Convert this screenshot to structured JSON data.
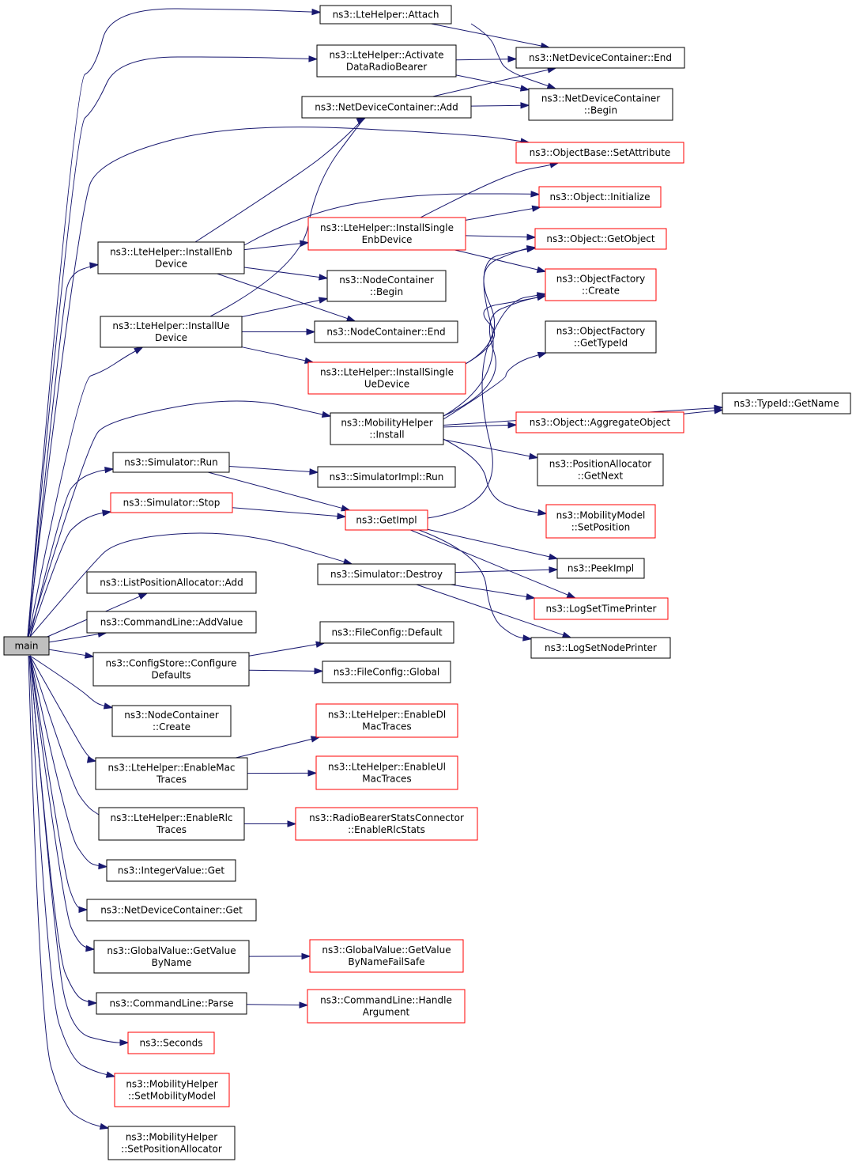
{
  "diagram": {
    "type": "call-graph",
    "colors": {
      "edge": "#191970",
      "root_fill": "#bfbfbf",
      "border_default": "#000000",
      "border_truncated": "#ff0000",
      "node_fill": "#ffffff"
    },
    "nodes": [
      {
        "id": "main",
        "lines": [
          "main"
        ],
        "style": "root"
      },
      {
        "id": "attach",
        "lines": [
          "ns3::LteHelper::Attach"
        ],
        "style": "normal"
      },
      {
        "id": "activate",
        "lines": [
          "ns3::LteHelper::Activate",
          "DataRadioBearer"
        ],
        "style": "normal"
      },
      {
        "id": "ndc_add",
        "lines": [
          "ns3::NetDeviceContainer::Add"
        ],
        "style": "normal"
      },
      {
        "id": "ndc_end",
        "lines": [
          "ns3::NetDeviceContainer::End"
        ],
        "style": "normal"
      },
      {
        "id": "ndc_begin",
        "lines": [
          "ns3::NetDeviceContainer",
          "::Begin"
        ],
        "style": "normal"
      },
      {
        "id": "setattr",
        "lines": [
          "ns3::ObjectBase::SetAttribute"
        ],
        "style": "truncated"
      },
      {
        "id": "obj_init",
        "lines": [
          "ns3::Object::Initialize"
        ],
        "style": "truncated"
      },
      {
        "id": "install_single_enb",
        "lines": [
          "ns3::LteHelper::InstallSingle",
          "EnbDevice"
        ],
        "style": "truncated"
      },
      {
        "id": "getobject",
        "lines": [
          "ns3::Object::GetObject"
        ],
        "style": "truncated"
      },
      {
        "id": "install_enb",
        "lines": [
          "ns3::LteHelper::InstallEnb",
          "Device"
        ],
        "style": "normal"
      },
      {
        "id": "nc_begin",
        "lines": [
          "ns3::NodeContainer",
          "::Begin"
        ],
        "style": "normal"
      },
      {
        "id": "of_create",
        "lines": [
          "ns3::ObjectFactory",
          "::Create"
        ],
        "style": "truncated"
      },
      {
        "id": "install_ue",
        "lines": [
          "ns3::LteHelper::InstallUe",
          "Device"
        ],
        "style": "normal"
      },
      {
        "id": "nc_end",
        "lines": [
          "ns3::NodeContainer::End"
        ],
        "style": "normal"
      },
      {
        "id": "of_gettypeid",
        "lines": [
          "ns3::ObjectFactory",
          "::GetTypeId"
        ],
        "style": "normal"
      },
      {
        "id": "install_single_ue",
        "lines": [
          "ns3::LteHelper::InstallSingle",
          "UeDevice"
        ],
        "style": "truncated"
      },
      {
        "id": "mob_install",
        "lines": [
          "ns3::MobilityHelper",
          "::Install"
        ],
        "style": "normal"
      },
      {
        "id": "typeid_getname",
        "lines": [
          "ns3::TypeId::GetName"
        ],
        "style": "normal"
      },
      {
        "id": "aggregate",
        "lines": [
          "ns3::Object::AggregateObject"
        ],
        "style": "truncated"
      },
      {
        "id": "sim_run",
        "lines": [
          "ns3::Simulator::Run"
        ],
        "style": "normal"
      },
      {
        "id": "pos_getnext",
        "lines": [
          "ns3::PositionAllocator",
          "::GetNext"
        ],
        "style": "normal"
      },
      {
        "id": "simimpl_run",
        "lines": [
          "ns3::SimulatorImpl::Run"
        ],
        "style": "normal"
      },
      {
        "id": "sim_stop",
        "lines": [
          "ns3::Simulator::Stop"
        ],
        "style": "truncated"
      },
      {
        "id": "getimpl",
        "lines": [
          "ns3::GetImpl"
        ],
        "style": "truncated"
      },
      {
        "id": "mm_setpos",
        "lines": [
          "ns3::MobilityModel",
          "::SetPosition"
        ],
        "style": "truncated"
      },
      {
        "id": "sim_destroy",
        "lines": [
          "ns3::Simulator::Destroy"
        ],
        "style": "normal"
      },
      {
        "id": "peekimpl",
        "lines": [
          "ns3::PeekImpl"
        ],
        "style": "normal"
      },
      {
        "id": "lpa_add",
        "lines": [
          "ns3::ListPositionAllocator::Add"
        ],
        "style": "normal"
      },
      {
        "id": "logtime",
        "lines": [
          "ns3::LogSetTimePrinter"
        ],
        "style": "truncated"
      },
      {
        "id": "cl_addvalue",
        "lines": [
          "ns3::CommandLine::AddValue"
        ],
        "style": "normal"
      },
      {
        "id": "fc_default",
        "lines": [
          "ns3::FileConfig::Default"
        ],
        "style": "normal"
      },
      {
        "id": "lognode",
        "lines": [
          "ns3::LogSetNodePrinter"
        ],
        "style": "normal"
      },
      {
        "id": "cs_configure",
        "lines": [
          "ns3::ConfigStore::Configure",
          "Defaults"
        ],
        "style": "normal"
      },
      {
        "id": "fc_global",
        "lines": [
          "ns3::FileConfig::Global"
        ],
        "style": "normal"
      },
      {
        "id": "nc_create",
        "lines": [
          "ns3::NodeContainer",
          "::Create"
        ],
        "style": "normal"
      },
      {
        "id": "enable_dl",
        "lines": [
          "ns3::LteHelper::EnableDl",
          "MacTraces"
        ],
        "style": "truncated"
      },
      {
        "id": "enable_mac",
        "lines": [
          "ns3::LteHelper::EnableMac",
          "Traces"
        ],
        "style": "normal"
      },
      {
        "id": "enable_ul",
        "lines": [
          "ns3::LteHelper::EnableUl",
          "MacTraces"
        ],
        "style": "truncated"
      },
      {
        "id": "enable_rlc",
        "lines": [
          "ns3::LteHelper::EnableRlc",
          "Traces"
        ],
        "style": "normal"
      },
      {
        "id": "rbsc",
        "lines": [
          "ns3::RadioBearerStatsConnector",
          "::EnableRlcStats"
        ],
        "style": "truncated"
      },
      {
        "id": "iv_get",
        "lines": [
          "ns3::IntegerValue::Get"
        ],
        "style": "normal"
      },
      {
        "id": "ndc_get",
        "lines": [
          "ns3::NetDeviceContainer::Get"
        ],
        "style": "normal"
      },
      {
        "id": "gv_getvalue",
        "lines": [
          "ns3::GlobalValue::GetValue",
          "ByName"
        ],
        "style": "normal"
      },
      {
        "id": "gv_failsafe",
        "lines": [
          "ns3::GlobalValue::GetValue",
          "ByNameFailSafe"
        ],
        "style": "truncated"
      },
      {
        "id": "cl_parse",
        "lines": [
          "ns3::CommandLine::Parse"
        ],
        "style": "normal"
      },
      {
        "id": "cl_handle",
        "lines": [
          "ns3::CommandLine::Handle",
          "Argument"
        ],
        "style": "truncated"
      },
      {
        "id": "seconds",
        "lines": [
          "ns3::Seconds"
        ],
        "style": "truncated"
      },
      {
        "id": "mh_setmobility",
        "lines": [
          "ns3::MobilityHelper",
          "::SetMobilityModel"
        ],
        "style": "truncated"
      },
      {
        "id": "mh_setposalloc",
        "lines": [
          "ns3::MobilityHelper",
          "::SetPositionAllocator"
        ],
        "style": "normal"
      }
    ],
    "edges": [
      {
        "from": "main",
        "to": "attach"
      },
      {
        "from": "main",
        "to": "activate"
      },
      {
        "from": "main",
        "to": "setattr"
      },
      {
        "from": "main",
        "to": "install_enb"
      },
      {
        "from": "main",
        "to": "install_ue"
      },
      {
        "from": "main",
        "to": "mob_install"
      },
      {
        "from": "main",
        "to": "sim_run"
      },
      {
        "from": "main",
        "to": "sim_stop"
      },
      {
        "from": "main",
        "to": "sim_destroy"
      },
      {
        "from": "main",
        "to": "lpa_add"
      },
      {
        "from": "main",
        "to": "cl_addvalue"
      },
      {
        "from": "main",
        "to": "cs_configure"
      },
      {
        "from": "main",
        "to": "nc_create"
      },
      {
        "from": "main",
        "to": "enable_mac"
      },
      {
        "from": "main",
        "to": "enable_rlc"
      },
      {
        "from": "main",
        "to": "iv_get"
      },
      {
        "from": "main",
        "to": "ndc_get"
      },
      {
        "from": "main",
        "to": "gv_getvalue"
      },
      {
        "from": "main",
        "to": "cl_parse"
      },
      {
        "from": "main",
        "to": "seconds"
      },
      {
        "from": "main",
        "to": "mh_setmobility"
      },
      {
        "from": "main",
        "to": "mh_setposalloc"
      },
      {
        "from": "attach",
        "to": "ndc_end"
      },
      {
        "from": "attach",
        "to": "ndc_begin"
      },
      {
        "from": "activate",
        "to": "ndc_end"
      },
      {
        "from": "activate",
        "to": "ndc_begin"
      },
      {
        "from": "ndc_add",
        "to": "ndc_end"
      },
      {
        "from": "ndc_add",
        "to": "ndc_begin"
      },
      {
        "from": "install_enb",
        "to": "ndc_add"
      },
      {
        "from": "install_enb",
        "to": "obj_init"
      },
      {
        "from": "install_enb",
        "to": "install_single_enb"
      },
      {
        "from": "install_enb",
        "to": "nc_begin"
      },
      {
        "from": "install_enb",
        "to": "nc_end"
      },
      {
        "from": "install_single_enb",
        "to": "setattr"
      },
      {
        "from": "install_single_enb",
        "to": "obj_init"
      },
      {
        "from": "install_single_enb",
        "to": "getobject"
      },
      {
        "from": "install_single_enb",
        "to": "of_create"
      },
      {
        "from": "install_ue",
        "to": "ndc_add"
      },
      {
        "from": "install_ue",
        "to": "nc_begin"
      },
      {
        "from": "install_ue",
        "to": "nc_end"
      },
      {
        "from": "install_ue",
        "to": "install_single_ue"
      },
      {
        "from": "install_single_ue",
        "to": "getobject"
      },
      {
        "from": "install_single_ue",
        "to": "of_create"
      },
      {
        "from": "mob_install",
        "to": "getobject"
      },
      {
        "from": "mob_install",
        "to": "of_create"
      },
      {
        "from": "mob_install",
        "to": "of_gettypeid"
      },
      {
        "from": "mob_install",
        "to": "typeid_getname"
      },
      {
        "from": "mob_install",
        "to": "aggregate"
      },
      {
        "from": "mob_install",
        "to": "pos_getnext"
      },
      {
        "from": "mob_install",
        "to": "mm_setpos"
      },
      {
        "from": "aggregate",
        "to": "typeid_getname"
      },
      {
        "from": "sim_run",
        "to": "simimpl_run"
      },
      {
        "from": "sim_run",
        "to": "getimpl"
      },
      {
        "from": "sim_stop",
        "to": "getimpl"
      },
      {
        "from": "getimpl",
        "to": "of_create"
      },
      {
        "from": "getimpl",
        "to": "peekimpl"
      },
      {
        "from": "getimpl",
        "to": "logtime"
      },
      {
        "from": "getimpl",
        "to": "lognode"
      },
      {
        "from": "sim_destroy",
        "to": "peekimpl"
      },
      {
        "from": "sim_destroy",
        "to": "logtime"
      },
      {
        "from": "sim_destroy",
        "to": "lognode"
      },
      {
        "from": "cs_configure",
        "to": "fc_default"
      },
      {
        "from": "cs_configure",
        "to": "fc_global"
      },
      {
        "from": "enable_mac",
        "to": "enable_dl"
      },
      {
        "from": "enable_mac",
        "to": "enable_ul"
      },
      {
        "from": "enable_rlc",
        "to": "rbsc"
      },
      {
        "from": "gv_getvalue",
        "to": "gv_failsafe"
      },
      {
        "from": "cl_parse",
        "to": "cl_handle"
      }
    ]
  }
}
